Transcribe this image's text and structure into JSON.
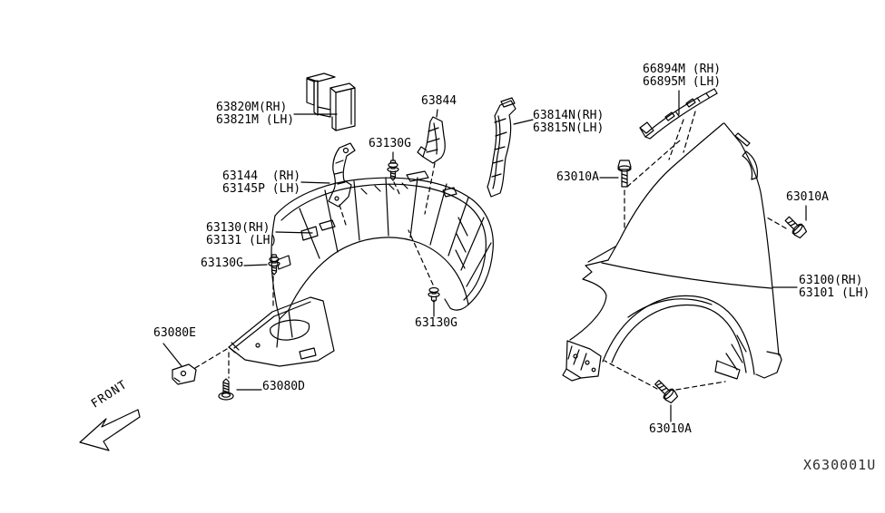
{
  "diagram": {
    "code": "X630001U",
    "front_indicator": "FRONT",
    "background_color": "#ffffff",
    "line_color": "#000000",
    "labels": [
      {
        "part": "63820M-63821M",
        "text": "63820M(RH)\n63821M (LH)"
      },
      {
        "part": "63844",
        "text": "63844"
      },
      {
        "part": "63130G-top",
        "text": "63130G"
      },
      {
        "part": "63144-63145P",
        "text": "63144  (RH)\n63145P (LH)"
      },
      {
        "part": "63814N-63815N",
        "text": "63814N(RH)\n63815N(LH)"
      },
      {
        "part": "66894M-66895M",
        "text": "66894M (RH)\n66895M (LH)"
      },
      {
        "part": "63010A-left",
        "text": "63010A"
      },
      {
        "part": "63010A-right",
        "text": "63010A"
      },
      {
        "part": "63130-63131",
        "text": "63130(RH)\n63131 (LH)"
      },
      {
        "part": "63130G-left",
        "text": "63130G"
      },
      {
        "part": "63130G-bottom",
        "text": "63130G"
      },
      {
        "part": "63080E",
        "text": "63080E"
      },
      {
        "part": "63080D",
        "text": "63080D"
      },
      {
        "part": "63100-63101",
        "text": "63100(RH)\n63101 (LH)"
      },
      {
        "part": "63010A-bottom",
        "text": "63010A"
      }
    ]
  }
}
